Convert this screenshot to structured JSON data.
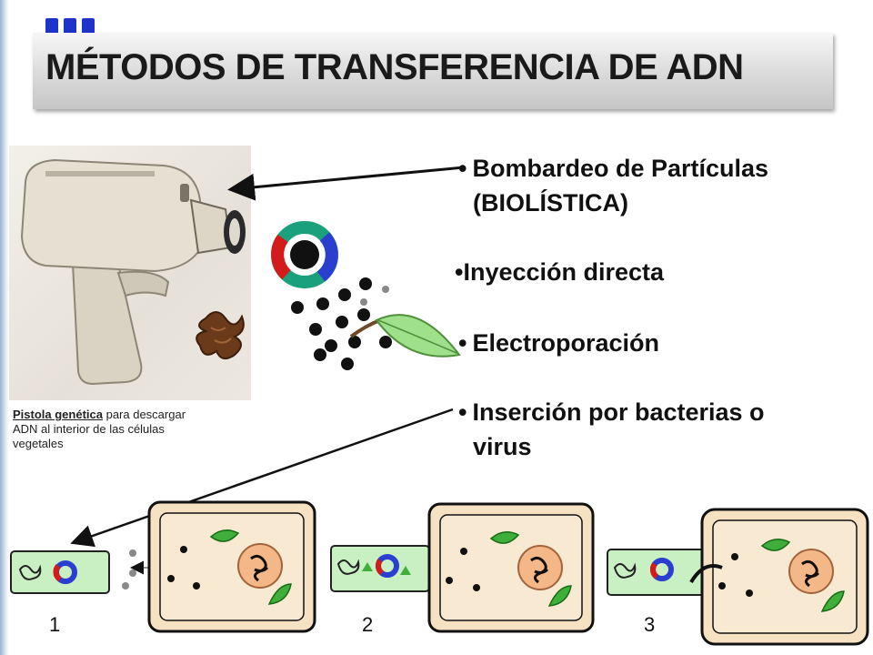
{
  "header": {
    "section_number_icon": "roman-numeral-three-icon",
    "accent_color": "#1d33c9",
    "title": "MÉTODOS DE TRANSFERENCIA DE ADN"
  },
  "figure": {
    "caption_bold": "Pistola genética",
    "caption_rest": " para descargar ADN al interior de las células vegetales"
  },
  "methods": {
    "m1_line1": "Bombardeo de Partículas",
    "m1_line2": "(BIOLÍSTICA)",
    "m2": "Inyección directa",
    "m3": "Electroporación",
    "m4_line1": "Inserción por bacterias o",
    "m4_line2": "virus"
  },
  "steps": {
    "s1": "1",
    "s2": "2",
    "s3": "3"
  }
}
